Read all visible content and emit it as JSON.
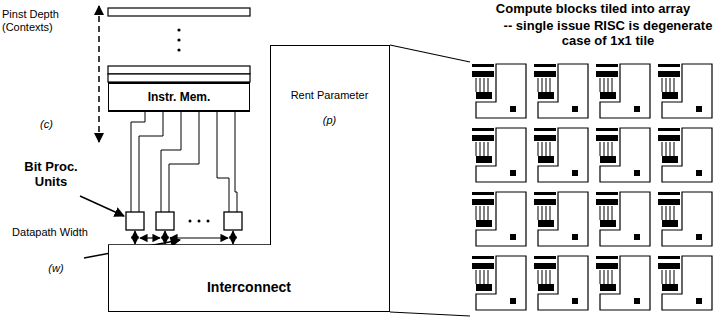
{
  "diagram": {
    "nodes": [
      {
        "text": [
          "Instr. Mem."
        ]
      },
      {
        "text": [
          "Rent Parameter",
          "(p)"
        ]
      },
      {
        "text": [
          "Interconnect"
        ]
      }
    ],
    "labels": [
      "Pinst Depth (Contexts)",
      "(c)",
      "Bit Proc. Units",
      "Datapath Width",
      "(w)",
      "Compute blocks tiled into array",
      "-- single issue RISC is degenerate case of 1x1 tile"
    ]
  }
}
